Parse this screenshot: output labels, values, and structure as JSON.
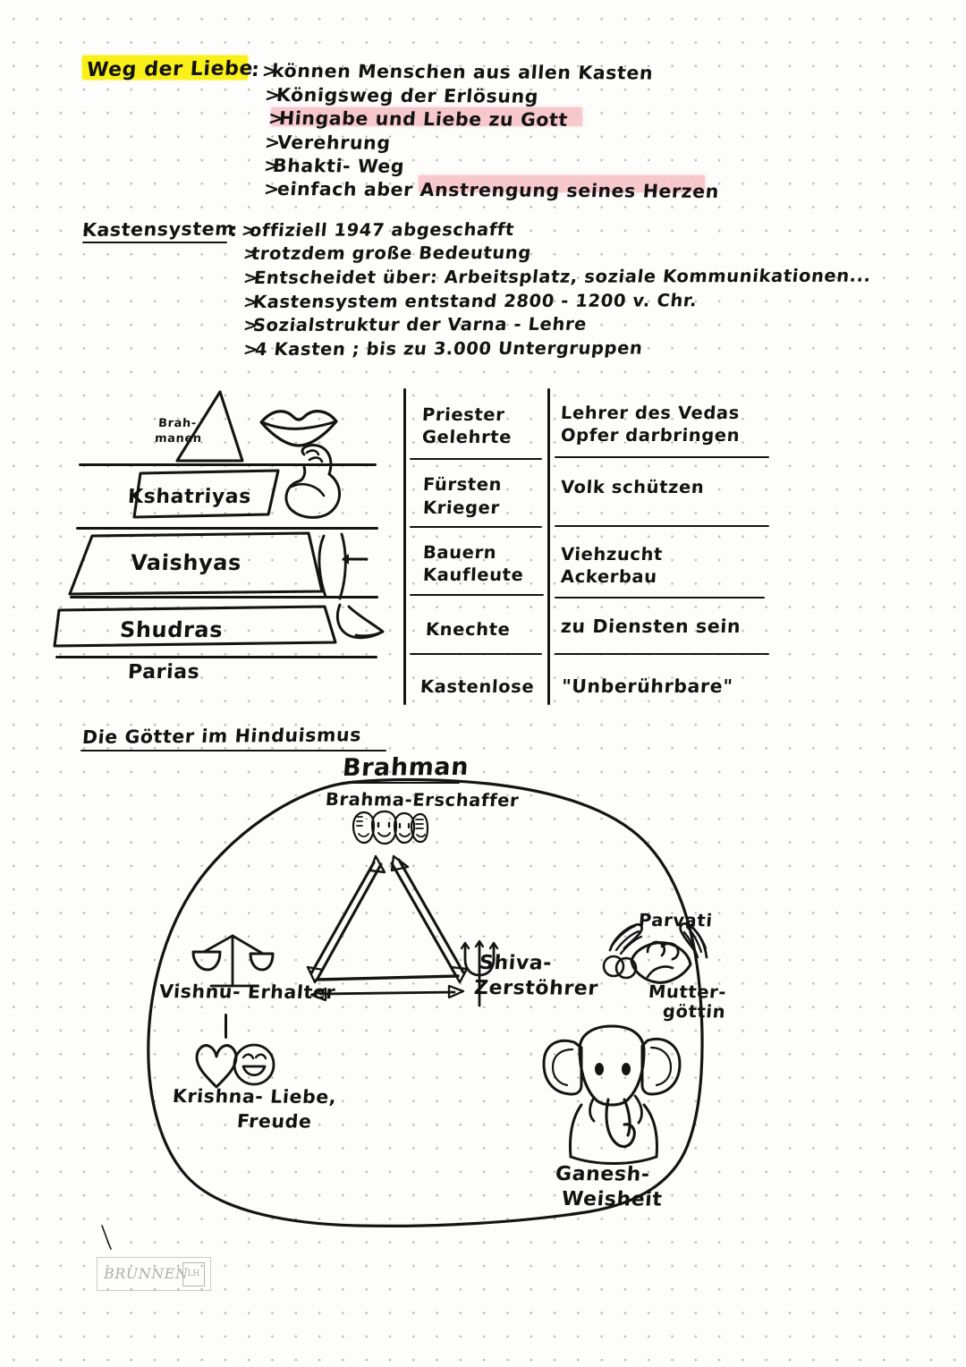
{
  "page": {
    "kind": "handwritten-study-notes",
    "language": "de",
    "paper": "dotted-grid",
    "brand_stamp": {
      "word": "BRUNNEN",
      "mark": "LH"
    }
  },
  "colors": {
    "ink": "#141414",
    "highlight_yellow": "#f9ef07",
    "highlight_pink": "#f6bfc4",
    "paper": "#fdfdfc",
    "grid_dot": "#b9bcc4"
  },
  "sections": {
    "weg_der_liebe": {
      "heading": "Weg der Liebe",
      "heading_colon": ":",
      "heading_highlight": "yellow",
      "bullet_marker": ">",
      "items": [
        {
          "text": "können Menschen aus allen Kasten",
          "highlight": "none"
        },
        {
          "text": "Königsweg der Erlösung",
          "highlight": "none"
        },
        {
          "text": "Hingabe und Liebe zu Gott",
          "highlight": "pink"
        },
        {
          "text": "Verehrung",
          "highlight": "none"
        },
        {
          "text": "Bhakti- Weg",
          "highlight": "none"
        },
        {
          "text": "einfach aber Anstrengung seines Herzen",
          "highlight": "pink-partial"
        }
      ]
    },
    "kastensystem": {
      "heading": "Kastensystem",
      "heading_colon": ":",
      "heading_underlined": true,
      "bullet_marker": ">",
      "items": [
        {
          "text": "offiziell 1947 abgeschafft"
        },
        {
          "text": "trotzdem große Bedeutung"
        },
        {
          "text": "Entscheidet über: Arbeitsplatz, soziale Kommunikationen..."
        },
        {
          "text": "Kastensystem entstand 2800 - 1200 v. Chr."
        },
        {
          "text": "Sozialstruktur der Varna - Lehre"
        },
        {
          "text": "4 Kasten ; bis zu 3.000 Untergruppen"
        }
      ]
    },
    "caste_table": {
      "rows": [
        {
          "caste": "Brah- manen",
          "caste_display": "Brah-",
          "caste_display_2": "manen",
          "body_part_icon": "lips-icon",
          "roles": [
            "Priester",
            "Gelehrte"
          ],
          "tasks": [
            "Lehrer des Vedas",
            "Opfer darbringen"
          ]
        },
        {
          "caste": "Kshatriyas",
          "body_part_icon": "flexed-arm-icon",
          "roles": [
            "Fürsten",
            "Krieger"
          ],
          "tasks": [
            "Volk schützen"
          ]
        },
        {
          "caste": "Vaishyas",
          "body_part_icon": "thigh-icon",
          "roles": [
            "Bauern",
            "Kaufleute"
          ],
          "tasks": [
            "Viehzucht",
            "Ackerbau"
          ]
        },
        {
          "caste": "Shudras",
          "body_part_icon": "foot-icon",
          "roles": [
            "Knechte"
          ],
          "tasks": [
            "zu Diensten sein"
          ]
        },
        {
          "caste": "Parias",
          "body_part_icon": "none",
          "roles": [
            "Kastenlose"
          ],
          "tasks": [
            "\"Unberührbare\""
          ]
        }
      ]
    },
    "goetter": {
      "heading": "Die Götter im Hinduismus",
      "heading_underlined": true,
      "brahman_title": "Brahman",
      "brahman_title_underlined": true,
      "center_node": {
        "label": "Brahma-Erschaffer",
        "icon": "four-faces-icon"
      },
      "trimurti_arrows": "triangle-double-arrows",
      "deities": [
        {
          "name": "Vishnu- Erhalter",
          "icon": "scales-icon",
          "position": "left"
        },
        {
          "name": "Shiva-",
          "name_2": "Zerstöhrer",
          "icon": "trident-icon",
          "position": "center-right"
        },
        {
          "name": "Parvati",
          "name_2": "Mutter-",
          "name_3": "göttin",
          "icon": "mother-goddess-icon",
          "position": "right"
        },
        {
          "name": "Krishna- Liebe,",
          "name_2": "Freude",
          "icon": "heart-smiley-icon",
          "position": "lower-left"
        },
        {
          "name": "Ganesh-",
          "name_2": "Weisheit",
          "icon": "elephant-icon",
          "position": "lower-right"
        }
      ]
    }
  }
}
